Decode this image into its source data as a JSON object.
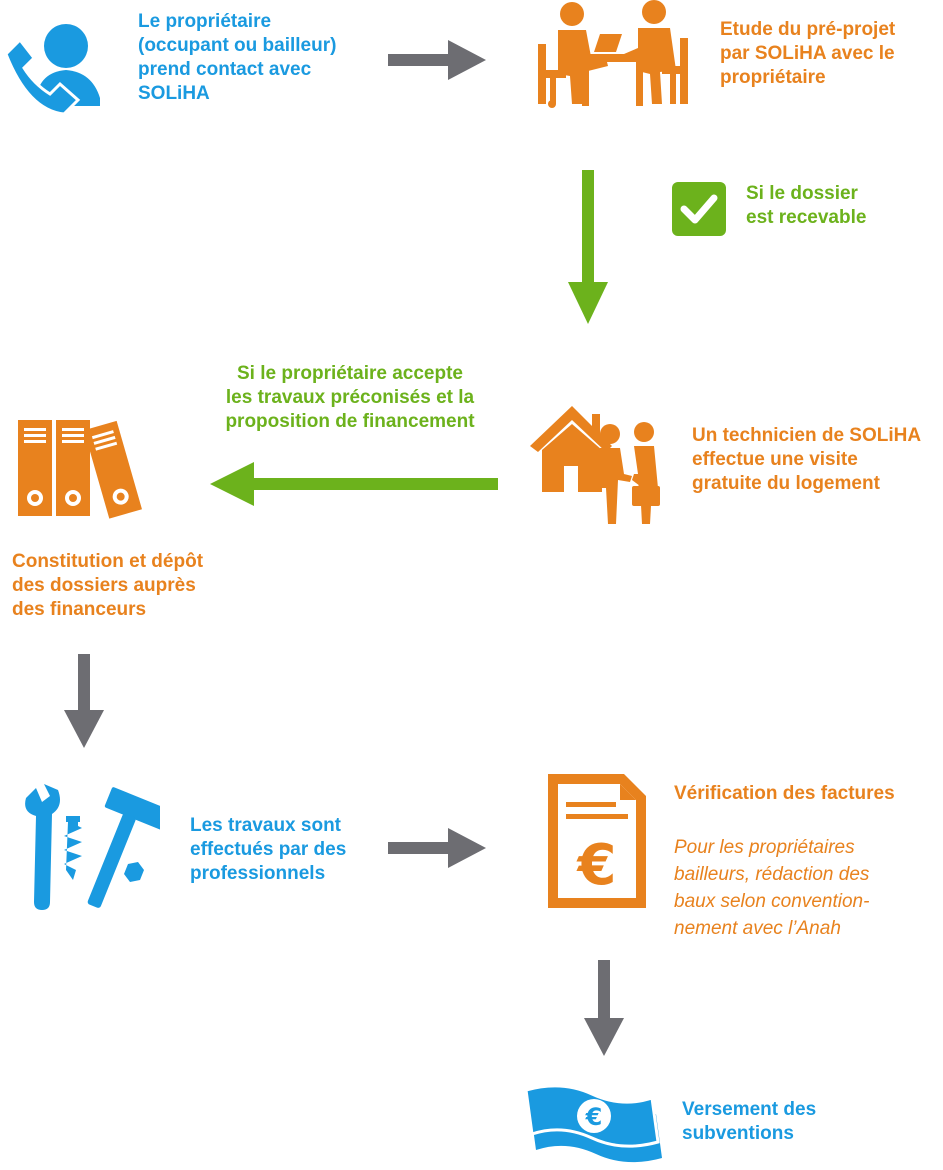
{
  "colors": {
    "blue": "#1a9ae0",
    "orange": "#e8821e",
    "green": "#6cb21c",
    "grey": "#6d6d72"
  },
  "steps": {
    "contact": {
      "lines": [
        "Le propriétaire",
        "(occupant ou bailleur)",
        "prend contact avec",
        "SOLiHA"
      ],
      "icon": "phone-contact-icon"
    },
    "etude": {
      "lines": [
        "Etude du pré-projet",
        "par SOLiHA avec le",
        "propriétaire"
      ],
      "icon": "meeting-icon"
    },
    "recevable": {
      "lines": [
        "Si le dossier",
        "est recevable"
      ],
      "icon": "checkbox-icon"
    },
    "visite": {
      "lines": [
        "Un technicien de SOLiHA",
        "effectue une visite",
        "gratuite du logement"
      ],
      "icon": "house-handshake-icon"
    },
    "accepte": {
      "lines": [
        "Si le propriétaire accepte",
        "les travaux préconisés et la",
        "proposition de financement"
      ]
    },
    "dossiers": {
      "lines": [
        "Constitution et dépôt",
        "des dossiers auprès",
        "des financeurs"
      ],
      "icon": "binders-icon"
    },
    "travaux": {
      "lines": [
        "Les travaux sont",
        "effectués par des",
        "professionnels"
      ],
      "icon": "tools-icon"
    },
    "verification": {
      "title": "Vérification des factures",
      "note_lines": [
        "Pour les propriétaires",
        "bailleurs, rédaction des",
        "baux selon convention-",
        "nement avec l’Anah"
      ],
      "icon": "invoice-euro-icon"
    },
    "versement": {
      "lines": [
        "Versement des",
        "subventions"
      ],
      "icon": "banknote-euro-icon"
    }
  }
}
